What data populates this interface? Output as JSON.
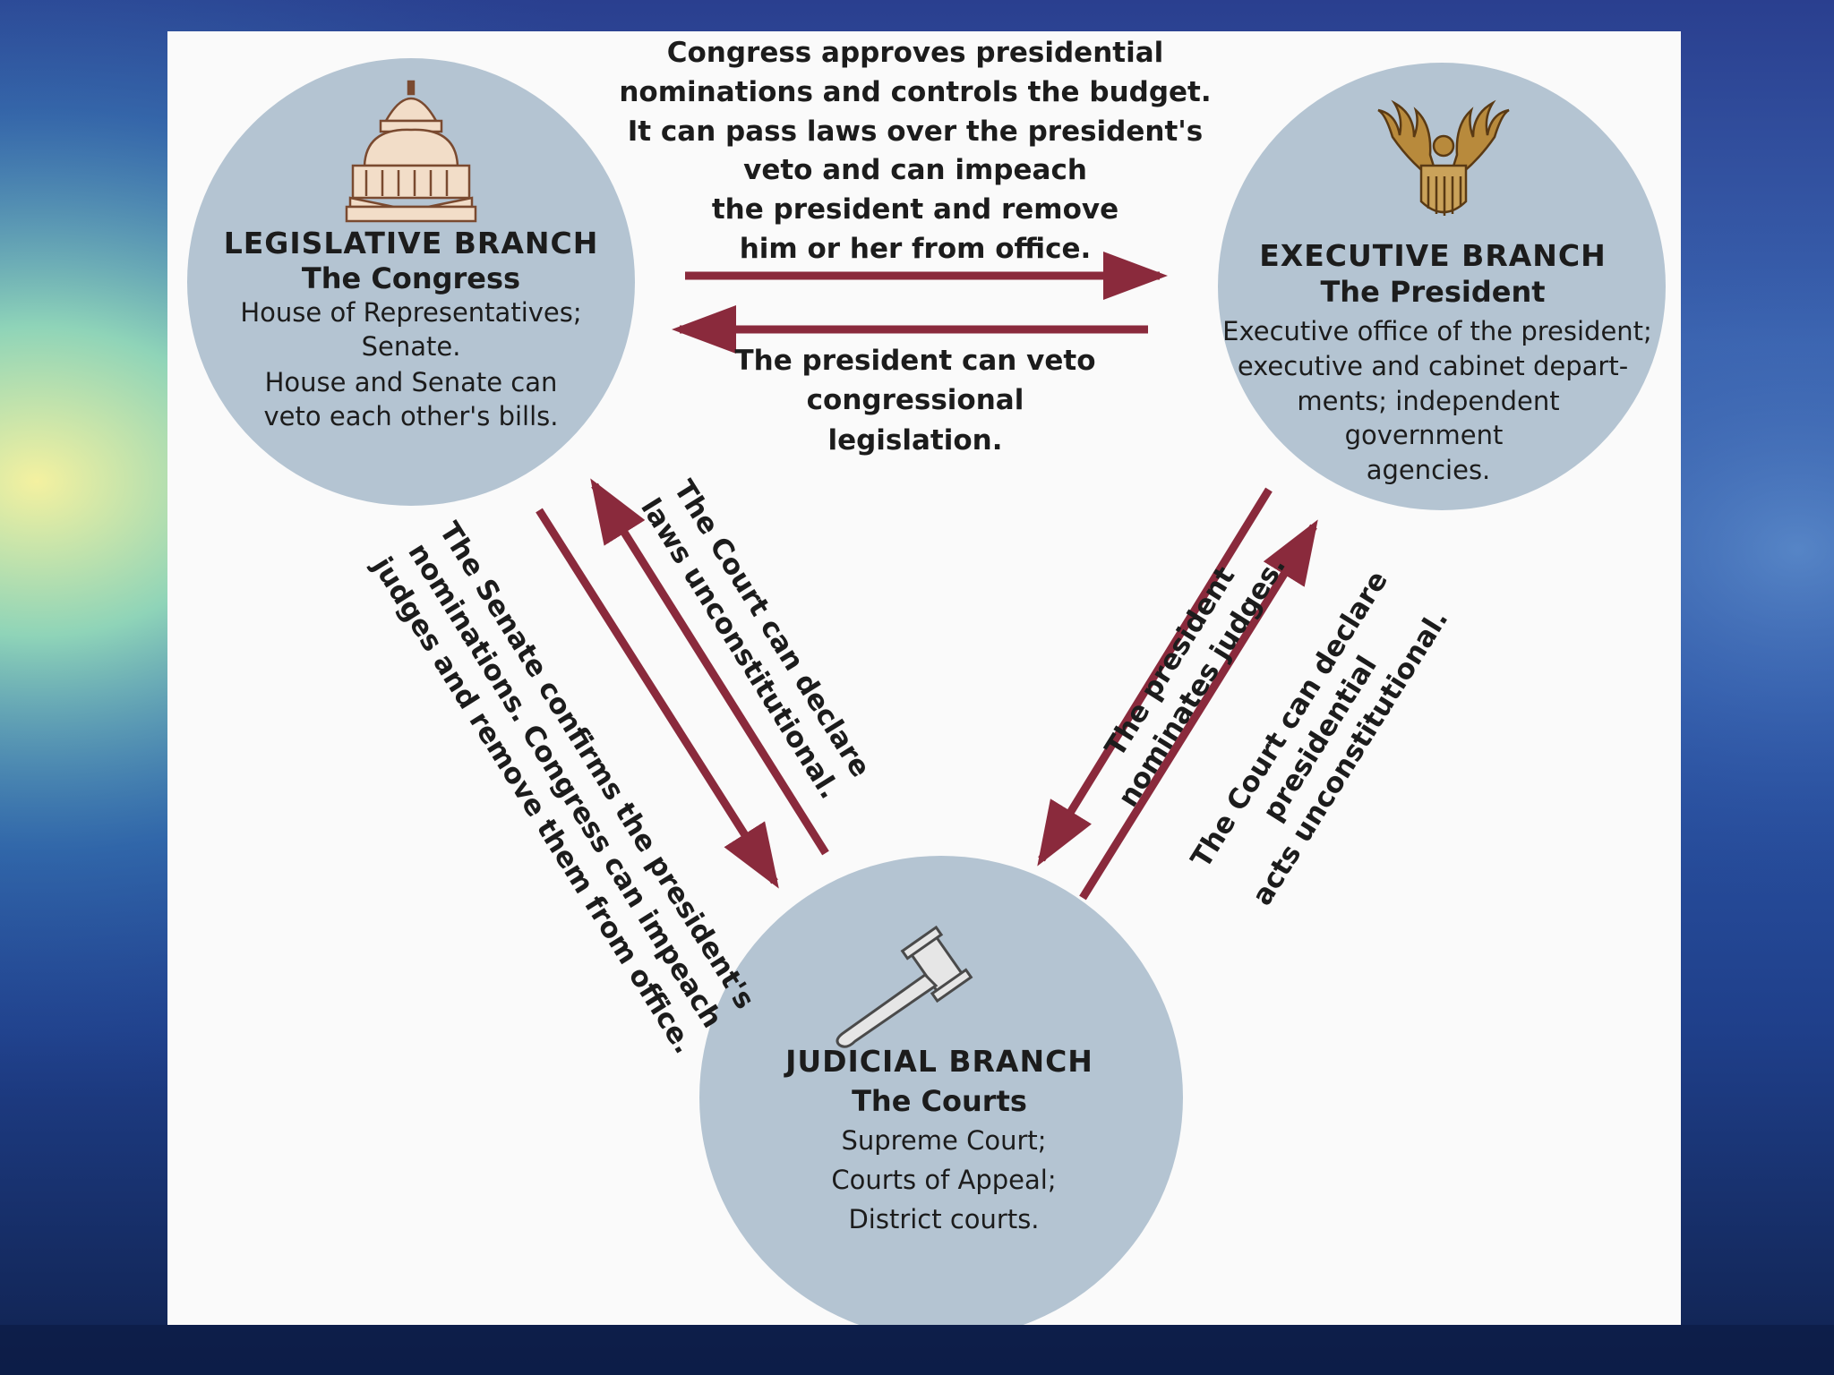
{
  "legislative": {
    "heading": "LEGISLATIVE BRANCH",
    "subheading": "The Congress",
    "lines": [
      "House of Representatives;",
      "Senate.",
      "House and Senate can",
      "veto each other's bills."
    ]
  },
  "executive": {
    "heading": "EXECUTIVE BRANCH",
    "subheading": "The President",
    "lines": [
      "Executive office of the president;",
      "executive and cabinet depart-",
      "ments; independent",
      "government",
      "agencies."
    ]
  },
  "judicial": {
    "heading": "JUDICIAL BRANCH",
    "subheading": "The  Courts",
    "lines": [
      "Supreme Court;",
      "Courts of Appeal;",
      "District courts."
    ]
  },
  "checks": {
    "congress_to_president": [
      "Congress approves presidential",
      "nominations and controls the budget.",
      "It can pass laws over the president's",
      "veto and can impeach",
      "the president and remove",
      "him or her from office."
    ],
    "president_to_congress": [
      "The president can veto",
      "congressional",
      "legislation."
    ],
    "court_to_congress": [
      "The Court can declare",
      "laws unconstitutional."
    ],
    "congress_to_court": [
      "The Senate confirms the president's",
      "nominations. Congress can impeach",
      "judges and remove them from office."
    ],
    "president_to_court": [
      "The president",
      "nominates judges."
    ],
    "court_to_president": [
      "The Court can declare",
      "presidential",
      "acts unconstitutional."
    ]
  },
  "colors": {
    "circle": "#b4c4d2",
    "arrow": "#8a2a3c",
    "text": "#1c1c1c",
    "panel": "#fafafa"
  },
  "icons": {
    "legislative": "capitol-dome-icon",
    "executive": "eagle-seal-icon",
    "judicial": "gavel-icon"
  }
}
